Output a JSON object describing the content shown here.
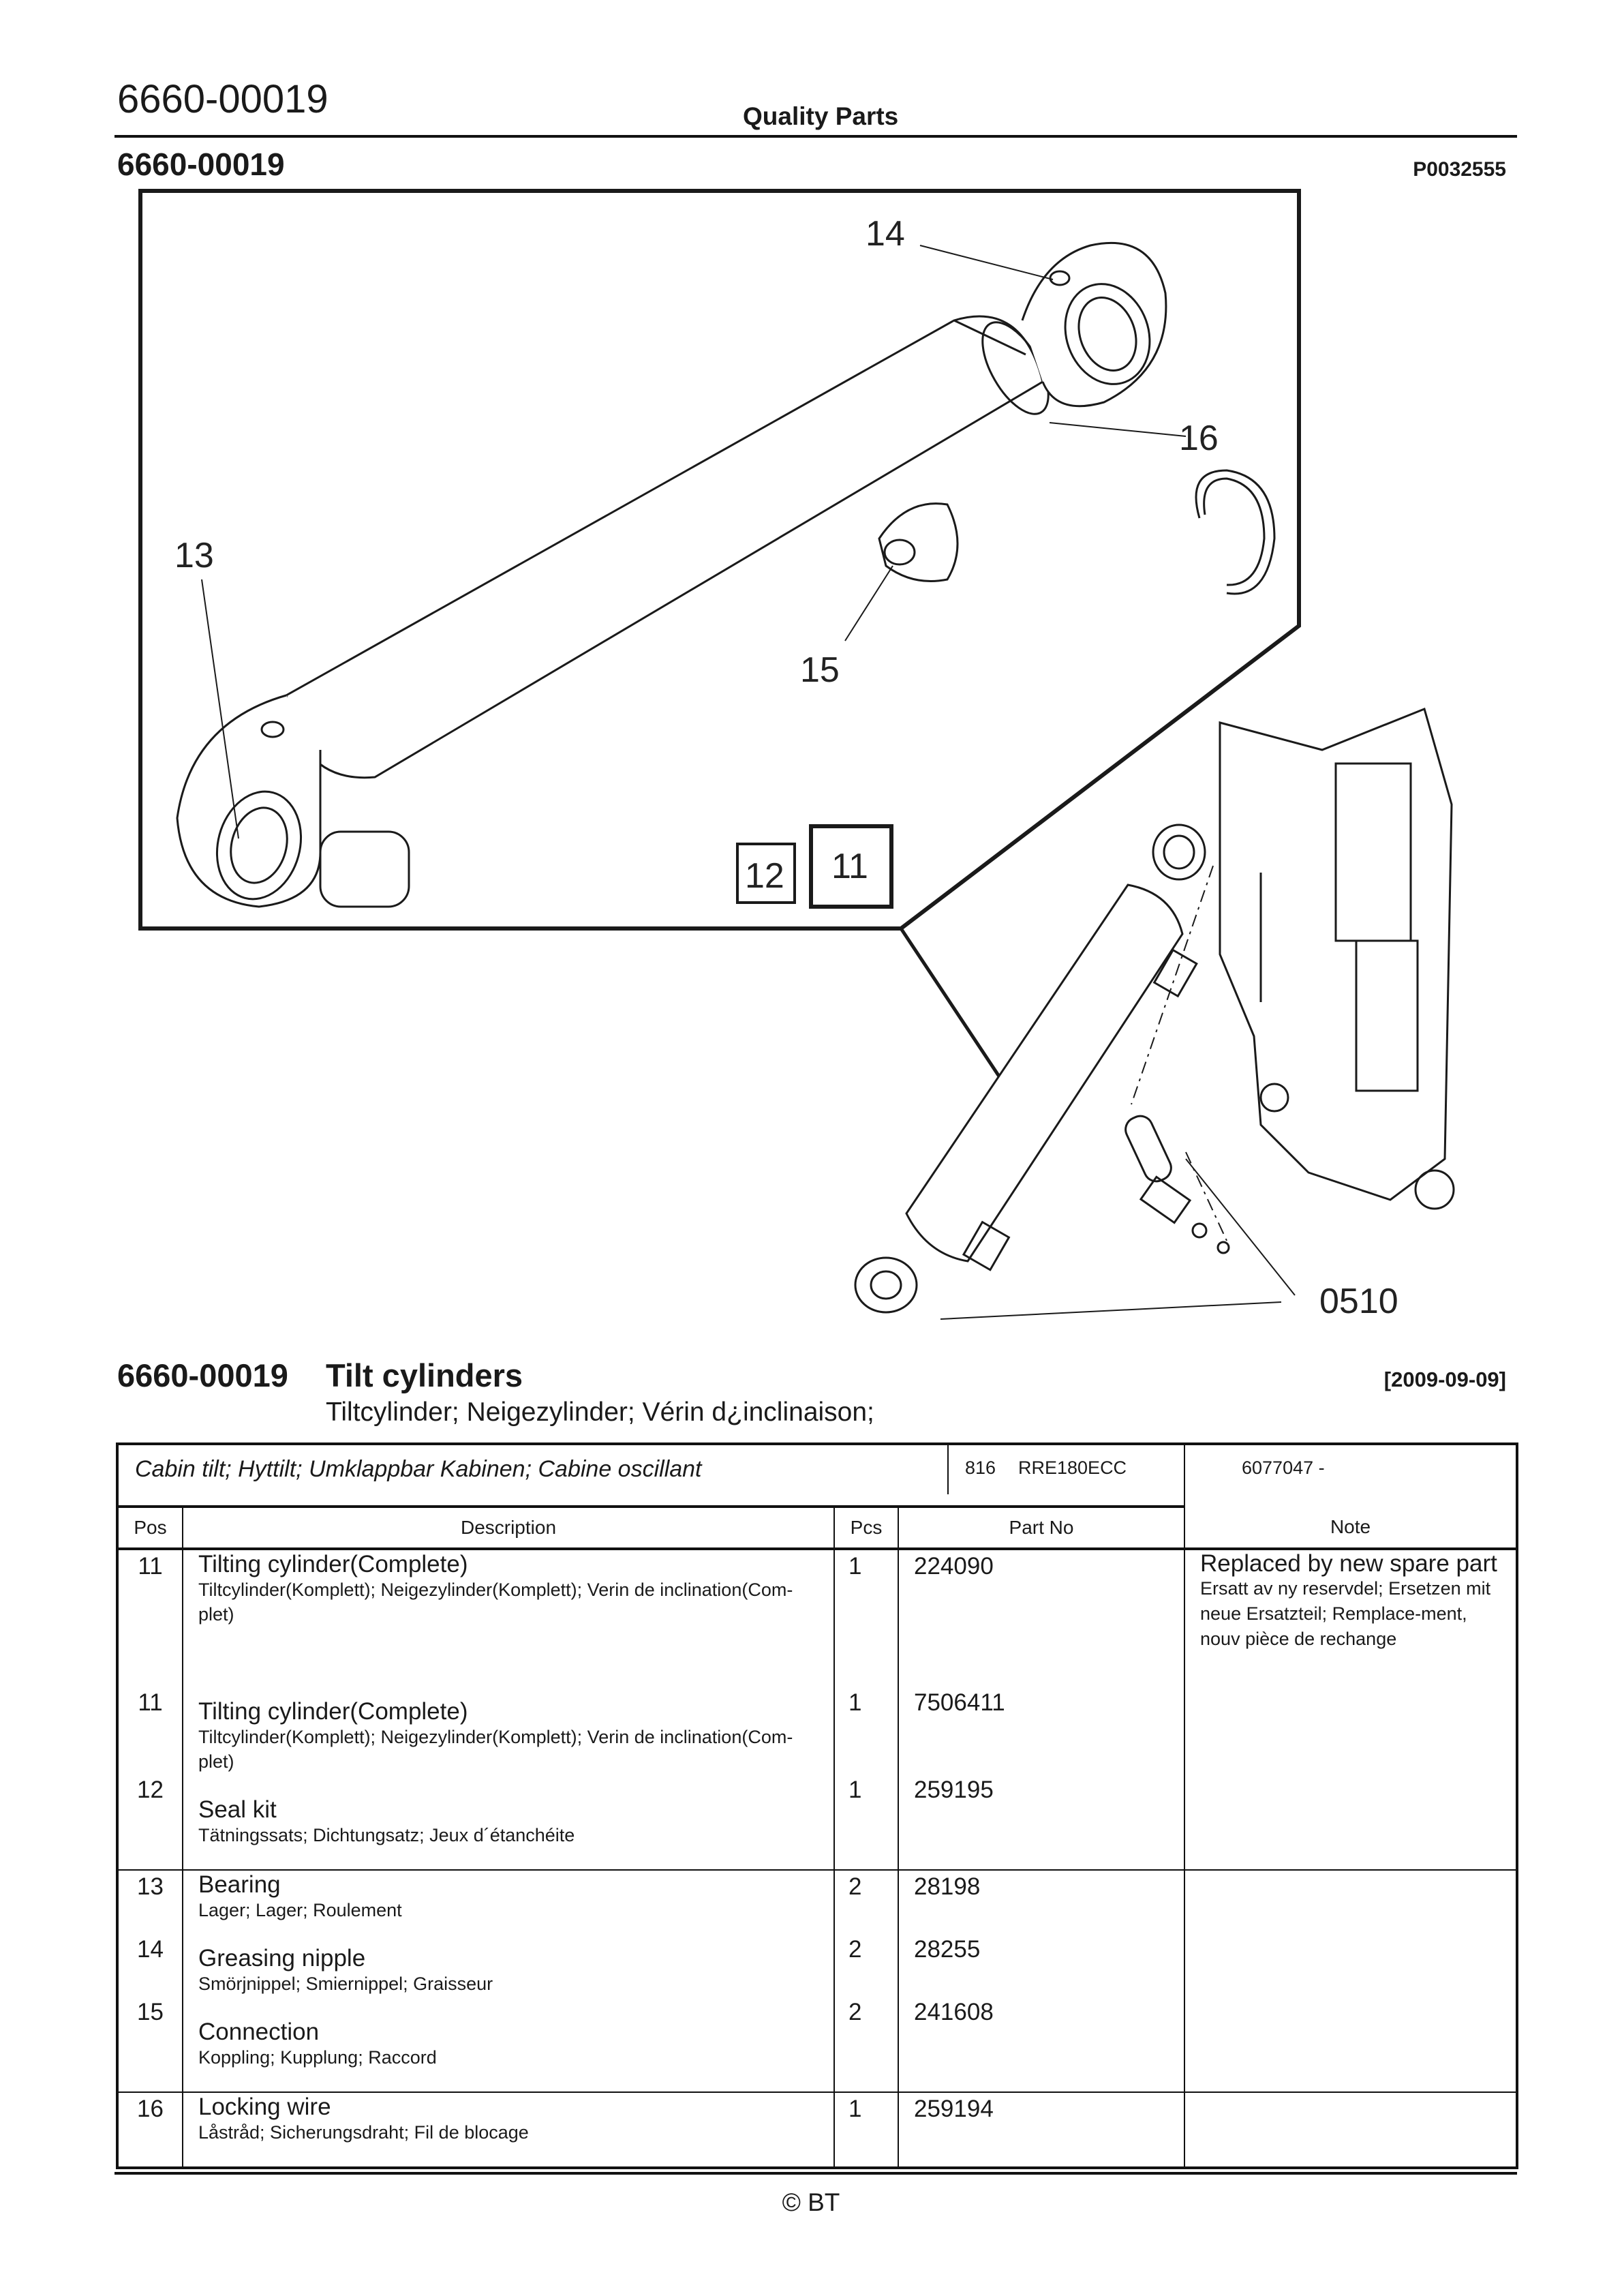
{
  "header": {
    "doc_number": "6660-00019",
    "brand_line": "Quality Parts",
    "section_number": "6660-00019",
    "drawing_ref": "P0032555"
  },
  "drawing": {
    "callouts": [
      "14",
      "16",
      "13",
      "15",
      "12",
      "11",
      "0510"
    ]
  },
  "title": {
    "number": "6660-00019",
    "name": "Tilt cylinders",
    "date": "[2009-09-09]",
    "translations": "Tiltcylinder; Neigezylinder; Vérin d¿inclinaison;"
  },
  "application": {
    "description": "Cabin tilt; Hyttilt; Umklappbar Kabinen; Cabine oscillant",
    "model_code": "816",
    "model": "RRE180ECC",
    "serial": "6077047 -"
  },
  "columns": {
    "pos": "Pos",
    "description": "Description",
    "pcs": "Pcs",
    "part_no": "Part No",
    "note": "Note"
  },
  "groups": [
    {
      "rows": [
        {
          "pos": "11",
          "name": "Tilting cylinder(Complete)",
          "translation": "Tiltcylinder(Komplett); Neigezylinder(Komplett); Verin de inclination(Com-plet)",
          "pcs": "1",
          "part_no": "224090",
          "note": "Replaced by new spare part",
          "note_translation": "Ersatt av ny reservdel; Ersetzen mit neue Ersatzteil; Remplace-ment, nouv pièce de rechange"
        },
        {
          "pos": "11",
          "name": "Tilting cylinder(Complete)",
          "translation": "Tiltcylinder(Komplett); Neigezylinder(Komplett); Verin de inclination(Com-plet)",
          "pcs": "1",
          "part_no": "7506411",
          "note": "",
          "note_translation": ""
        },
        {
          "pos": "12",
          "name": "Seal kit",
          "translation": "Tätningssats; Dichtungsatz; Jeux d´étanchéite",
          "pcs": "1",
          "part_no": "259195",
          "note": "",
          "note_translation": ""
        }
      ]
    },
    {
      "rows": [
        {
          "pos": "13",
          "name": "Bearing",
          "translation": "Lager; Lager; Roulement",
          "pcs": "2",
          "part_no": "28198",
          "note": "",
          "note_translation": ""
        },
        {
          "pos": "14",
          "name": "Greasing nipple",
          "translation": "Smörjnippel; Smiernippel; Graisseur",
          "pcs": "2",
          "part_no": "28255",
          "note": "",
          "note_translation": ""
        },
        {
          "pos": "15",
          "name": "Connection",
          "translation": "Koppling; Kupplung; Raccord",
          "pcs": "2",
          "part_no": "241608",
          "note": "",
          "note_translation": ""
        }
      ]
    },
    {
      "rows": [
        {
          "pos": "16",
          "name": "Locking wire",
          "translation": "Låstråd; Sicherungsdraht; Fil de blocage",
          "pcs": "1",
          "part_no": "259194",
          "note": "",
          "note_translation": ""
        }
      ]
    }
  ],
  "footer": {
    "copyright": "© BT"
  }
}
